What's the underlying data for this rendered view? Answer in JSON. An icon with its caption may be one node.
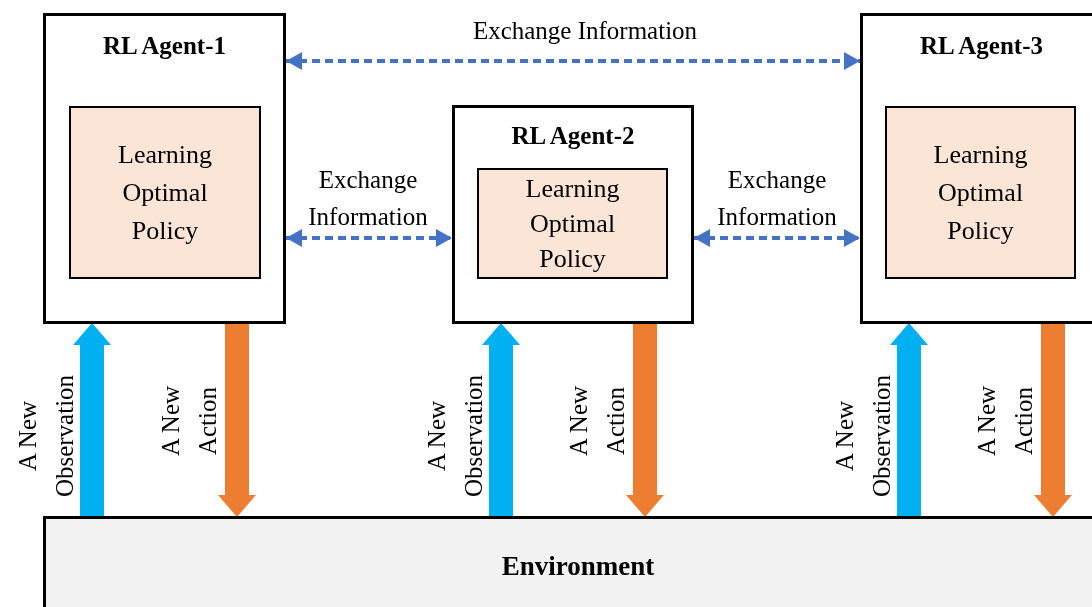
{
  "diagram": {
    "nodes": [
      {
        "text": [
          "RL Agent-1"
        ]
      },
      {
        "text": [
          "Learning Optimal Policy"
        ],
        "in": 0
      },
      {
        "text": [
          "RL Agent-2"
        ]
      },
      {
        "text": [
          "Learning Optimal Policy"
        ],
        "in": 2
      },
      {
        "text": [
          "RL Agent-3"
        ]
      },
      {
        "text": [
          "Learning Optimal Policy"
        ],
        "in": 4
      },
      {
        "text": [
          "Environment"
        ]
      }
    ],
    "edges": [
      {
        "from": 0,
        "to": 4,
        "arrow": "both",
        "label": "Exchange Information",
        "style": "dashed",
        "color": "#4472c4"
      },
      {
        "from": 0,
        "to": 2,
        "arrow": "both",
        "label": "Exchange Information",
        "style": "dashed",
        "color": "#4472c4"
      },
      {
        "from": 2,
        "to": 4,
        "arrow": "both",
        "label": "Exchange Information",
        "style": "dashed",
        "color": "#4472c4"
      },
      {
        "from": 6,
        "to": 0,
        "arrow": "to",
        "label": "A New Observation",
        "color": "#00b0f0"
      },
      {
        "from": 0,
        "to": 6,
        "arrow": "to",
        "label": "A New Action",
        "color": "#ed7d31"
      },
      {
        "from": 6,
        "to": 2,
        "arrow": "to",
        "label": "A New Observation",
        "color": "#00b0f0"
      },
      {
        "from": 2,
        "to": 6,
        "arrow": "to",
        "label": "A New Action",
        "color": "#ed7d31"
      },
      {
        "from": 6,
        "to": 4,
        "arrow": "to",
        "label": "A New Observation",
        "color": "#00b0f0"
      },
      {
        "from": 4,
        "to": 6,
        "arrow": "to",
        "label": "A New Action",
        "color": "#ed7d31"
      }
    ]
  }
}
